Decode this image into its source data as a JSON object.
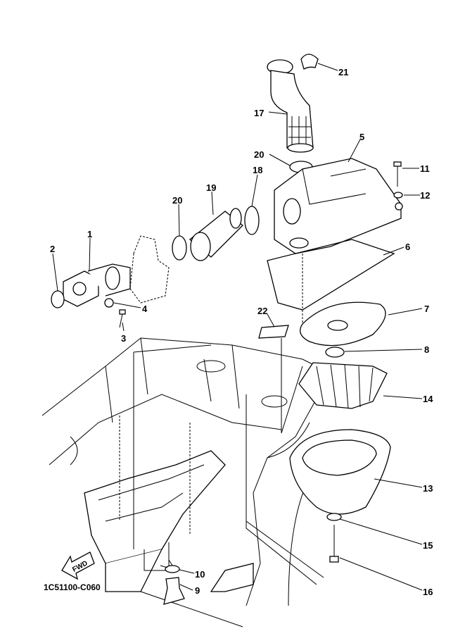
{
  "diagram": {
    "code": "1C51100-C060",
    "direction_label": "FWD",
    "callouts": {
      "p1": "1",
      "p2": "2",
      "p3": "3",
      "p4": "4",
      "p5": "5",
      "p6": "6",
      "p7": "7",
      "p8": "8",
      "p9": "9",
      "p10": "10",
      "p11": "11",
      "p12": "12",
      "p13": "13",
      "p14": "14",
      "p15": "15",
      "p16": "16",
      "p17": "17",
      "p18": "18",
      "p19": "19",
      "p20a": "20",
      "p20b": "20",
      "p21": "21",
      "p22": "22"
    }
  }
}
